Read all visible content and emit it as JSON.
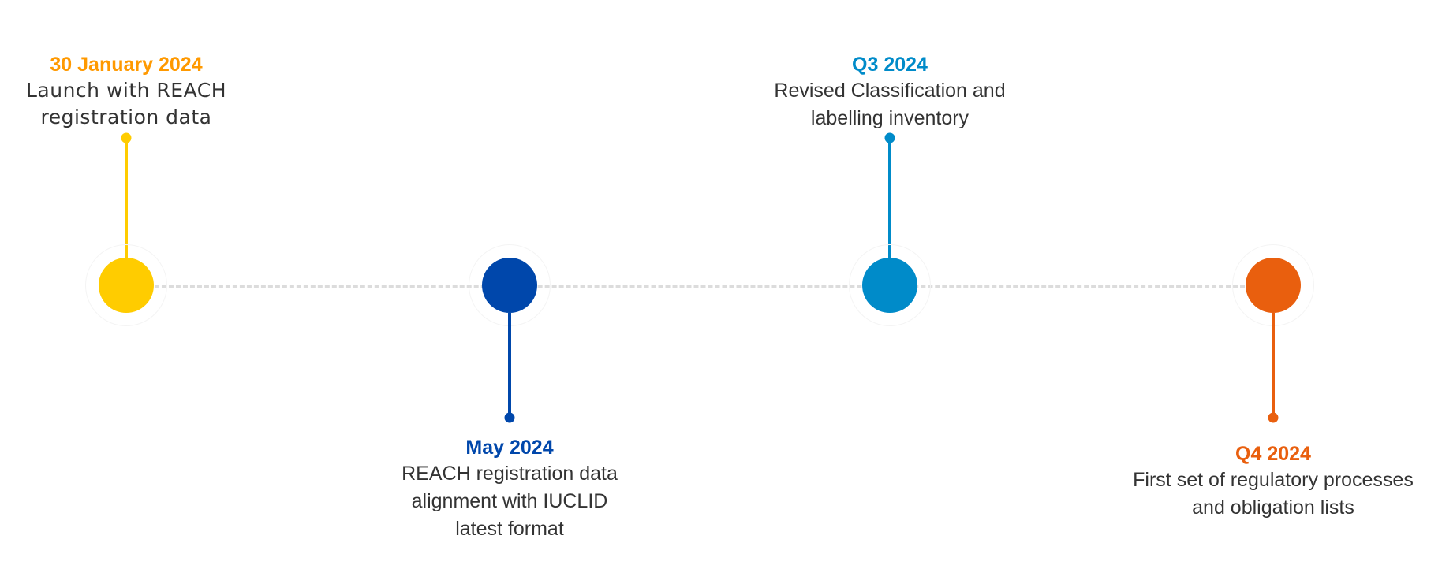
{
  "timeline": {
    "line_color": "#dcdcdc",
    "milestones": [
      {
        "date": "30 January 2024",
        "lines": [
          "Launch with REACH",
          "registration data"
        ],
        "color": "#ffcc00",
        "date_color": "#ff9900",
        "position": "above"
      },
      {
        "date": "May 2024",
        "lines": [
          "REACH registration data",
          "alignment with IUCLID",
          "latest format"
        ],
        "color": "#0047ab",
        "date_color": "#0047ab",
        "position": "below"
      },
      {
        "date": "Q3 2024",
        "lines": [
          "Revised Classification and",
          "labelling inventory"
        ],
        "color": "#008bc9",
        "date_color": "#008bc9",
        "position": "above"
      },
      {
        "date": "Q4 2024",
        "lines": [
          "First set of regulatory processes",
          "and obligation lists"
        ],
        "color": "#e95f0e",
        "date_color": "#e95f0e",
        "position": "below"
      }
    ]
  }
}
